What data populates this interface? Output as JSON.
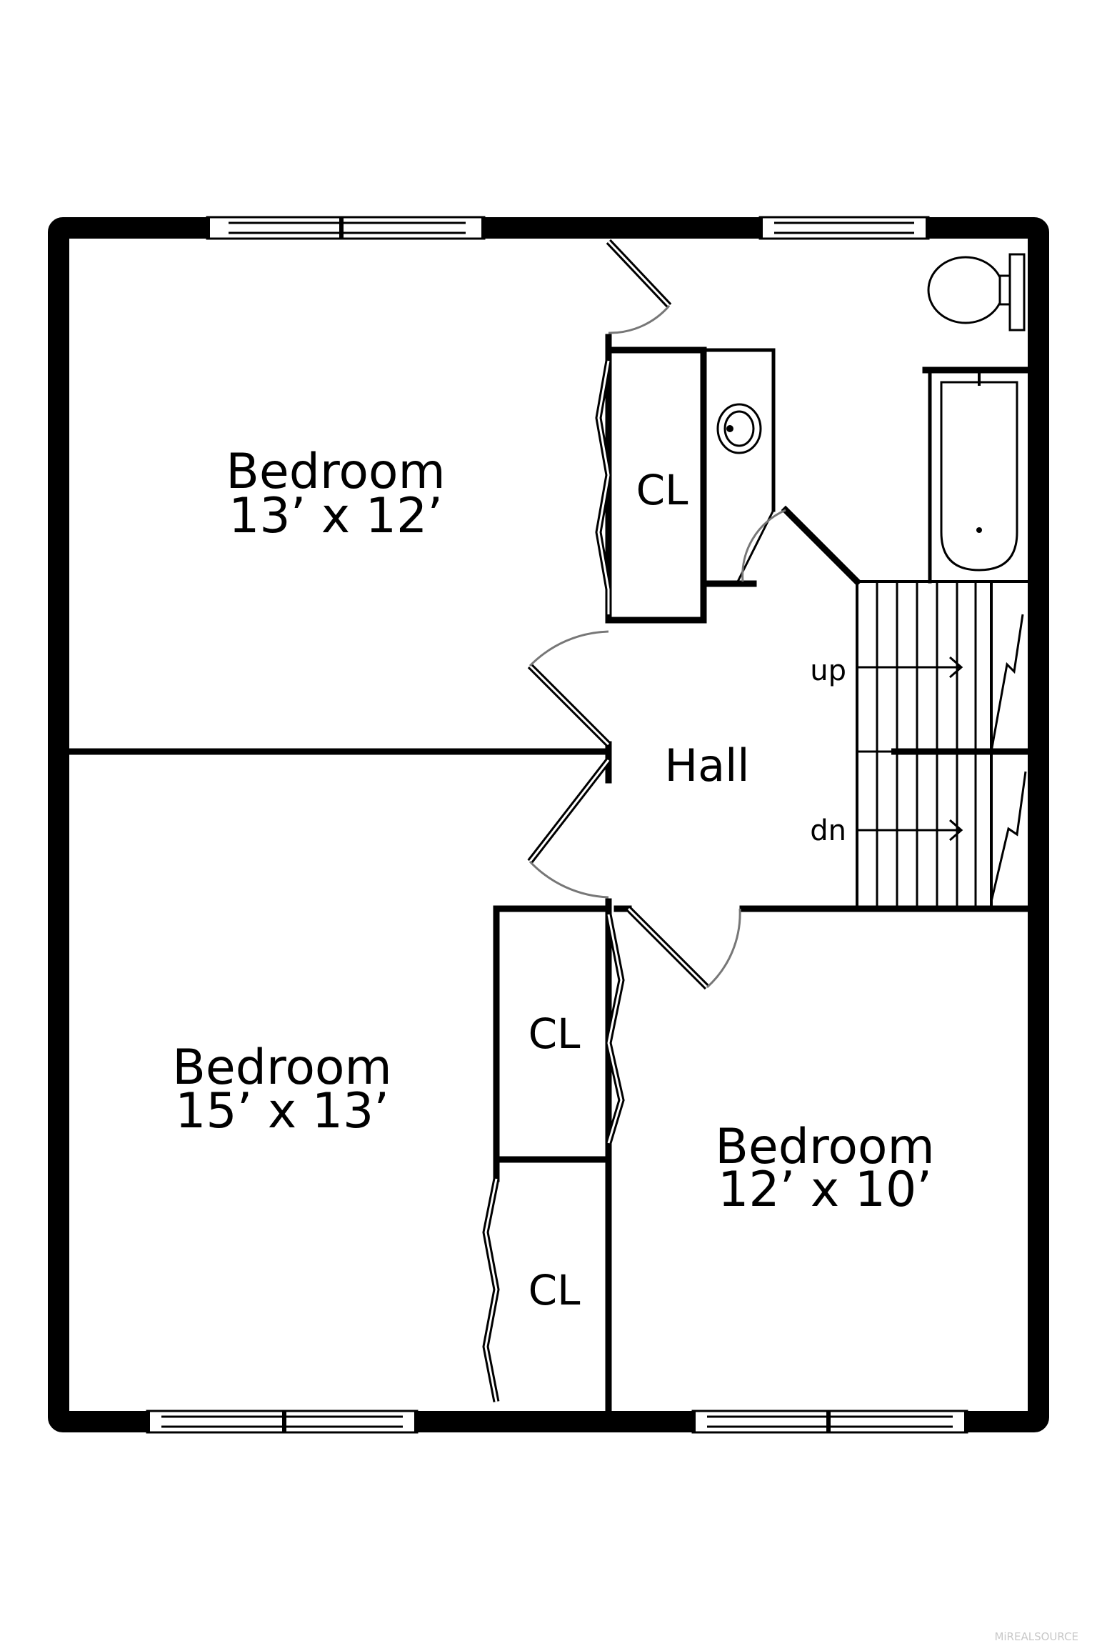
{
  "rooms": {
    "bedroom_top_left": {
      "name": "Bedroom",
      "dims": "13’ x 12’"
    },
    "bedroom_bottom_left": {
      "name": "Bedroom",
      "dims": "15’ x 13’"
    },
    "bedroom_bottom_right": {
      "name": "Bedroom",
      "dims": "12’ x 10’"
    },
    "hall": {
      "name": "Hall"
    }
  },
  "closets": {
    "top": "CL",
    "middle": "CL",
    "bottom": "CL"
  },
  "stairs": {
    "up": "up",
    "down": "dn"
  },
  "watermark": "MiREALSOURCE"
}
